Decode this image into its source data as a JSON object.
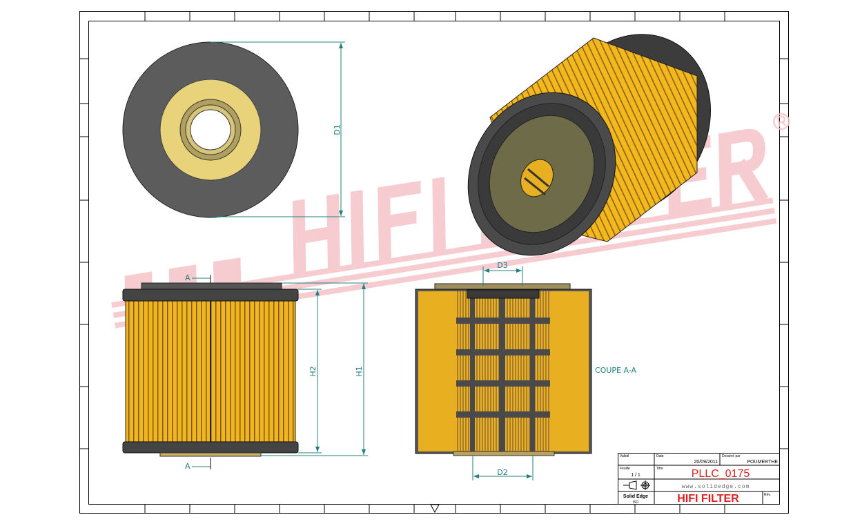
{
  "watermark": {
    "text": "HIFI FILTER",
    "registered": "®"
  },
  "dimensions": {
    "d1": "D1",
    "d2": "D2",
    "d3": "D3",
    "h1": "H1",
    "h2": "H2",
    "section_mark": "A"
  },
  "section_label": "COUPE A-A",
  "title_block": {
    "valide_label": "Validé",
    "date_label": "Date",
    "date_value": "20/09/2011",
    "drawn_by_label": "Dessiné par",
    "drawn_by_value": "POUMERTHE",
    "sheet_label": "Feuille",
    "sheet_value": "1 / 1",
    "title_label": "Titre",
    "title_value": "PLLC_0175",
    "website": "www.solidedge.com",
    "software": "Solid Edge",
    "software_sub": "ISO",
    "company": "HIFI FILTER",
    "rev_label": "Rév."
  },
  "colors": {
    "accent_red": "#e02020",
    "dim_teal": "#1f7f7f",
    "filter_yellow": "#e8b020",
    "rubber_gray": "#555555"
  }
}
